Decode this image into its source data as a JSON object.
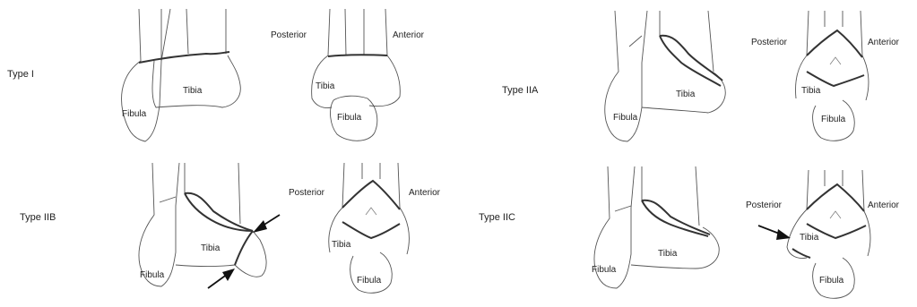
{
  "types": {
    "type1": "Type I",
    "type2a": "Type IIA",
    "type2b": "Type IIB",
    "type2c": "Type IIC"
  },
  "labels": {
    "tibia": "Tibia",
    "fibula": "Fibula",
    "posterior": "Posterior",
    "anterior": "Anterior"
  }
}
